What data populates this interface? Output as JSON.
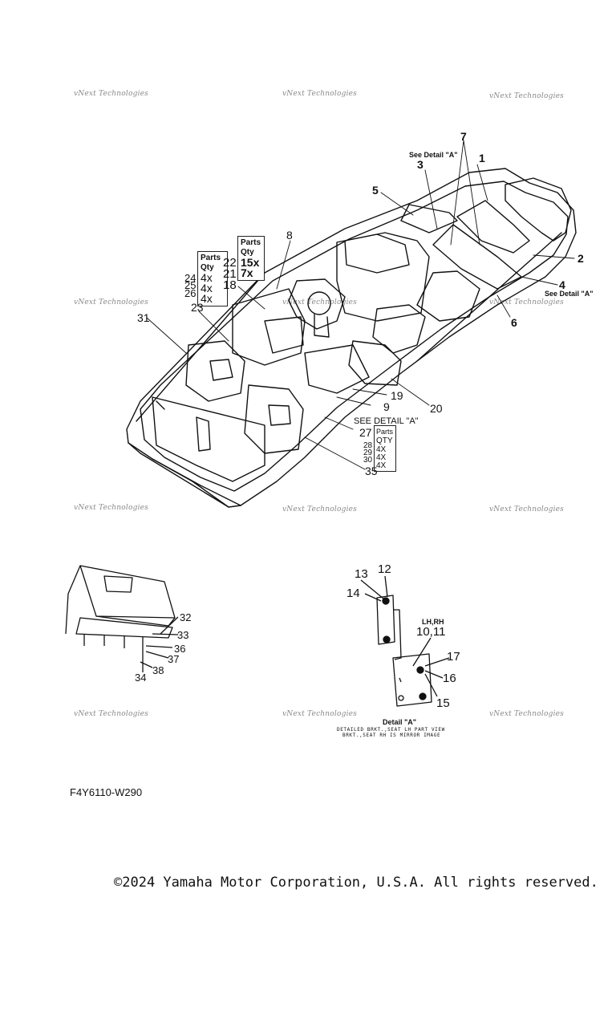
{
  "watermark_text": "vNext Technologies",
  "parts_table_left": {
    "header": [
      "Parts",
      "Qty"
    ],
    "rows": [
      {
        "part": "24",
        "qty": "4x"
      },
      {
        "part": "25",
        "qty": "4x"
      },
      {
        "part": "26",
        "qty": "4x"
      }
    ]
  },
  "parts_table_mid": {
    "header": [
      "Parts",
      "Qty"
    ],
    "rows": [
      {
        "part": "22",
        "qty": "15x"
      },
      {
        "part": "21",
        "qty": "7x"
      }
    ]
  },
  "parts_table_right": {
    "header": "Parts",
    "subheader": "QTY",
    "rows": [
      {
        "part": "28",
        "qty": "4X"
      },
      {
        "part": "29",
        "qty": "4X"
      },
      {
        "part": "30",
        "qty": "4X"
      }
    ]
  },
  "callouts": {
    "c1": "1",
    "c2": "2",
    "c3": "3",
    "c4": "4",
    "c5": "5",
    "c6": "6",
    "c7": "7",
    "c8": "8",
    "c9": "9",
    "c18": "18",
    "c19": "19",
    "c20": "20",
    "c23": "23",
    "c27": "27",
    "c31": "31",
    "c35": "35",
    "c32": "32",
    "c33": "33",
    "c34": "34",
    "c36": "36",
    "c37": "37",
    "c38": "38",
    "c12": "12",
    "c13": "13",
    "c14": "14",
    "c15": "15",
    "c16": "16",
    "c17": "17",
    "c10_11": "10,11"
  },
  "notes": {
    "see_detail_top": "See Detail \"A\"",
    "see_detail_right": "See Detail \"A\"",
    "see_detail_center": "SEE DETAIL \"A\"",
    "lh_rh": "LH,RH",
    "detail_a": "Detail \"A\"",
    "caption_line1": "DETAILED BRKT.,SEAT LH PART VIEW",
    "caption_line2": "BRKT.,SEAT RH IS MIRROR IMAGE"
  },
  "figure_code": "F4Y6110-W290",
  "copyright": "©2024 Yamaha Motor Corporation, U.S.A. All rights reserved."
}
